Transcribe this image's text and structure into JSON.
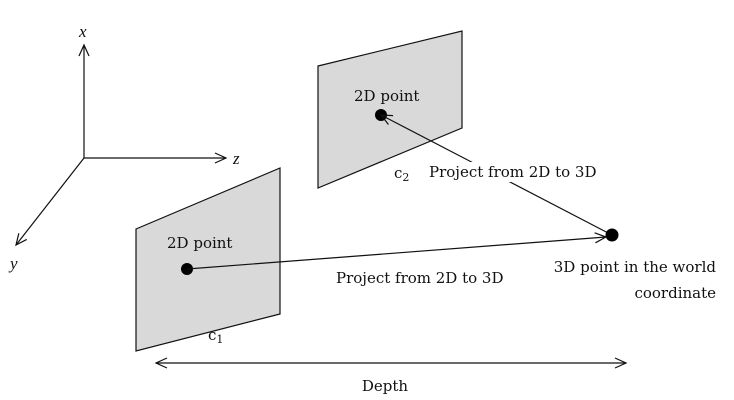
{
  "axes": {
    "x_label": "x",
    "y_label": "y",
    "z_label": "z"
  },
  "camera1": {
    "label": "c",
    "subscript": "1",
    "point_label": "2D point"
  },
  "camera2": {
    "label": "c",
    "subscript": "2",
    "point_label": "2D point"
  },
  "projection_labels": {
    "from_c1": "Project from 2D to 3D",
    "from_c2": "Project from 2D to 3D"
  },
  "world_point": {
    "line1": "3D point in the world",
    "line2": "coordinate"
  },
  "depth": {
    "label": "Depth"
  },
  "colors": {
    "plane_fill": "#d9d9d9",
    "stroke": "#111111"
  }
}
